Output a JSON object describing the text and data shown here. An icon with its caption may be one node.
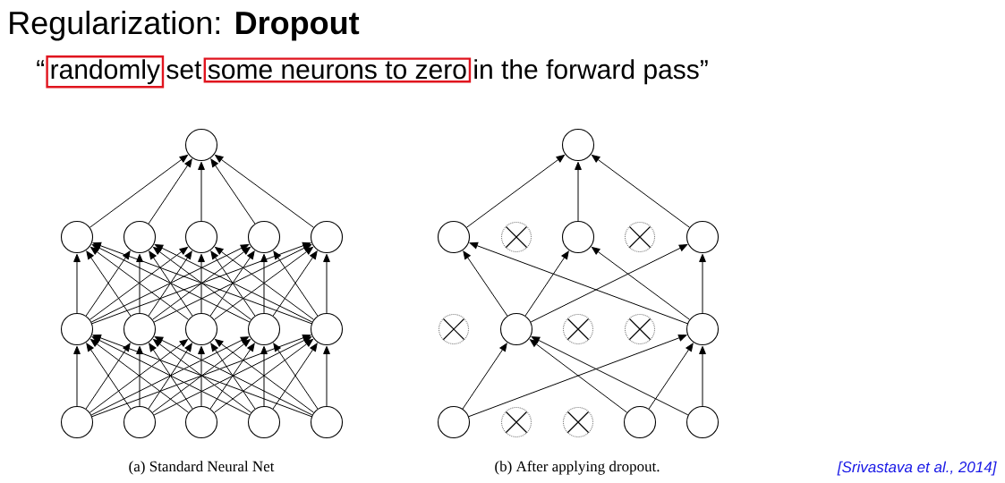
{
  "diagram": {
    "title": "Regularization: **Dropout**",
    "nodes": [
      {
        "text": [
          "randomly"
        ]
      },
      {
        "text": [
          "some neurons to zero"
        ]
      },
      {
        "text": [],
        "shape": "circle"
      },
      {
        "text": [],
        "shape": "circle"
      },
      {
        "text": [],
        "shape": "circle"
      },
      {
        "text": [],
        "shape": "circle"
      },
      {
        "text": [],
        "shape": "circle"
      },
      {
        "text": [],
        "shape": "circle"
      },
      {
        "text": [],
        "shape": "circle"
      },
      {
        "text": [],
        "shape": "circle"
      },
      {
        "text": [],
        "shape": "circle"
      },
      {
        "text": [],
        "shape": "circle"
      },
      {
        "text": [],
        "shape": "circle"
      },
      {
        "text": [],
        "shape": "circle"
      },
      {
        "text": [],
        "shape": "circle"
      },
      {
        "text": [],
        "shape": "circle"
      },
      {
        "text": [],
        "shape": "circle"
      },
      {
        "text": [],
        "shape": "circle"
      },
      {
        "text": [],
        "shape": "circle"
      },
      {
        "text": [],
        "shape": "circle"
      },
      {
        "text": [],
        "shape": "crossed"
      },
      {
        "text": [],
        "shape": "circle"
      },
      {
        "text": [],
        "shape": "crossed"
      },
      {
        "text": [],
        "shape": "circle"
      },
      {
        "text": [],
        "shape": "crossed"
      },
      {
        "text": [],
        "shape": "circle"
      },
      {
        "text": [],
        "shape": "crossed"
      },
      {
        "text": [],
        "shape": "crossed"
      },
      {
        "text": [],
        "shape": "circle"
      },
      {
        "text": [],
        "shape": "circle"
      },
      {
        "text": [],
        "shape": "crossed"
      },
      {
        "text": [],
        "shape": "crossed"
      },
      {
        "text": [],
        "shape": "circle"
      },
      {
        "text": [],
        "shape": "circle"
      }
    ],
    "edges": [
      {
        "from": 13,
        "to": 8,
        "arrow": "to"
      },
      {
        "from": 13,
        "to": 9,
        "arrow": "to"
      },
      {
        "from": 13,
        "to": 10,
        "arrow": "to"
      },
      {
        "from": 13,
        "to": 11,
        "arrow": "to"
      },
      {
        "from": 13,
        "to": 12,
        "arrow": "to"
      },
      {
        "from": 14,
        "to": 8,
        "arrow": "to"
      },
      {
        "from": 14,
        "to": 9,
        "arrow": "to"
      },
      {
        "from": 14,
        "to": 10,
        "arrow": "to"
      },
      {
        "from": 14,
        "to": 11,
        "arrow": "to"
      },
      {
        "from": 14,
        "to": 12,
        "arrow": "to"
      },
      {
        "from": 15,
        "to": 8,
        "arrow": "to"
      },
      {
        "from": 15,
        "to": 9,
        "arrow": "to"
      },
      {
        "from": 15,
        "to": 10,
        "arrow": "to"
      },
      {
        "from": 15,
        "to": 11,
        "arrow": "to"
      },
      {
        "from": 15,
        "to": 12,
        "arrow": "to"
      },
      {
        "from": 16,
        "to": 8,
        "arrow": "to"
      },
      {
        "from": 16,
        "to": 9,
        "arrow": "to"
      },
      {
        "from": 16,
        "to": 10,
        "arrow": "to"
      },
      {
        "from": 16,
        "to": 11,
        "arrow": "to"
      },
      {
        "from": 16,
        "to": 12,
        "arrow": "to"
      },
      {
        "from": 17,
        "to": 8,
        "arrow": "to"
      },
      {
        "from": 17,
        "to": 9,
        "arrow": "to"
      },
      {
        "from": 17,
        "to": 10,
        "arrow": "to"
      },
      {
        "from": 17,
        "to": 11,
        "arrow": "to"
      },
      {
        "from": 17,
        "to": 12,
        "arrow": "to"
      },
      {
        "from": 8,
        "to": 3,
        "arrow": "to"
      },
      {
        "from": 8,
        "to": 4,
        "arrow": "to"
      },
      {
        "from": 8,
        "to": 5,
        "arrow": "to"
      },
      {
        "from": 8,
        "to": 6,
        "arrow": "to"
      },
      {
        "from": 8,
        "to": 7,
        "arrow": "to"
      },
      {
        "from": 9,
        "to": 3,
        "arrow": "to"
      },
      {
        "from": 9,
        "to": 4,
        "arrow": "to"
      },
      {
        "from": 9,
        "to": 5,
        "arrow": "to"
      },
      {
        "from": 9,
        "to": 6,
        "arrow": "to"
      },
      {
        "from": 9,
        "to": 7,
        "arrow": "to"
      },
      {
        "from": 10,
        "to": 3,
        "arrow": "to"
      },
      {
        "from": 10,
        "to": 4,
        "arrow": "to"
      },
      {
        "from": 10,
        "to": 5,
        "arrow": "to"
      },
      {
        "from": 10,
        "to": 6,
        "arrow": "to"
      },
      {
        "from": 10,
        "to": 7,
        "arrow": "to"
      },
      {
        "from": 11,
        "to": 3,
        "arrow": "to"
      },
      {
        "from": 11,
        "to": 4,
        "arrow": "to"
      },
      {
        "from": 11,
        "to": 5,
        "arrow": "to"
      },
      {
        "from": 11,
        "to": 6,
        "arrow": "to"
      },
      {
        "from": 11,
        "to": 7,
        "arrow": "to"
      },
      {
        "from": 12,
        "to": 3,
        "arrow": "to"
      },
      {
        "from": 12,
        "to": 4,
        "arrow": "to"
      },
      {
        "from": 12,
        "to": 5,
        "arrow": "to"
      },
      {
        "from": 12,
        "to": 6,
        "arrow": "to"
      },
      {
        "from": 12,
        "to": 7,
        "arrow": "to"
      },
      {
        "from": 3,
        "to": 2,
        "arrow": "to"
      },
      {
        "from": 4,
        "to": 2,
        "arrow": "to"
      },
      {
        "from": 5,
        "to": 2,
        "arrow": "to"
      },
      {
        "from": 6,
        "to": 2,
        "arrow": "to"
      },
      {
        "from": 7,
        "to": 2,
        "arrow": "to"
      },
      {
        "from": 29,
        "to": 25,
        "arrow": "to"
      },
      {
        "from": 29,
        "to": 28,
        "arrow": "to"
      },
      {
        "from": 32,
        "to": 25,
        "arrow": "to"
      },
      {
        "from": 32,
        "to": 28,
        "arrow": "to"
      },
      {
        "from": 33,
        "to": 25,
        "arrow": "to"
      },
      {
        "from": 33,
        "to": 28,
        "arrow": "to"
      },
      {
        "from": 25,
        "to": 19,
        "arrow": "to"
      },
      {
        "from": 25,
        "to": 21,
        "arrow": "to"
      },
      {
        "from": 25,
        "to": 23,
        "arrow": "to"
      },
      {
        "from": 28,
        "to": 19,
        "arrow": "to"
      },
      {
        "from": 28,
        "to": 21,
        "arrow": "to"
      },
      {
        "from": 28,
        "to": 23,
        "arrow": "to"
      },
      {
        "from": 19,
        "to": 18,
        "arrow": "to"
      },
      {
        "from": 21,
        "to": 18,
        "arrow": "to"
      },
      {
        "from": 23,
        "to": 18,
        "arrow": "to"
      }
    ],
    "labels": [
      "“",
      "set",
      "in the forward pass”",
      "(a) Standard Neural Net",
      "(b) After applying dropout.",
      "[Srivastava et al., 2014]"
    ]
  }
}
